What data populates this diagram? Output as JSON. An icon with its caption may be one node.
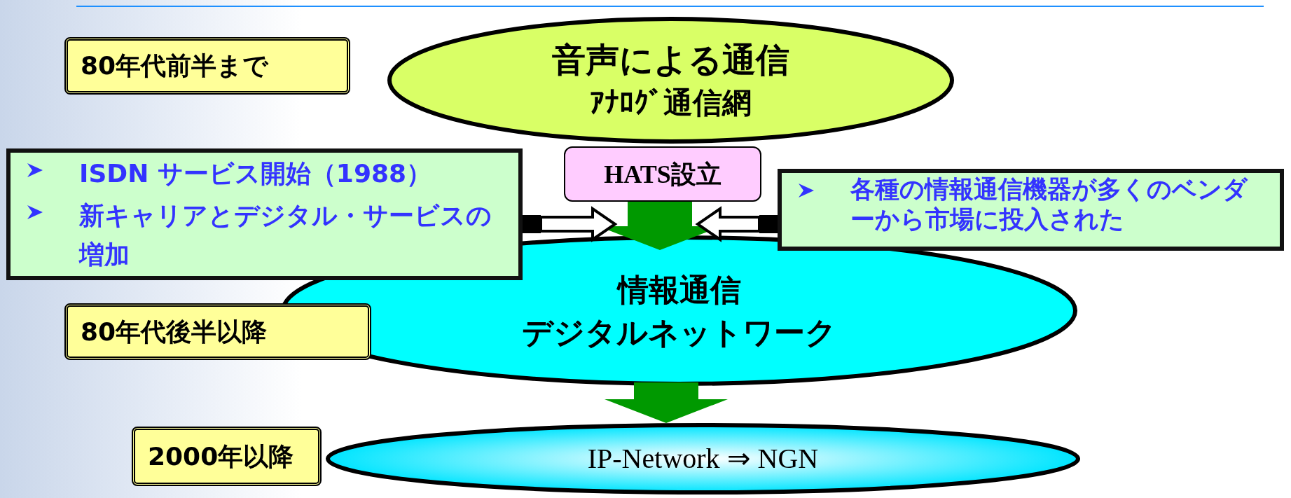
{
  "diagram": {
    "nodes": [
      {
        "text": [
          "80年代前半まで"
        ]
      },
      {
        "text": [
          "音声による通信",
          "ｱﾅﾛｸﾞ通信網"
        ]
      },
      {
        "text": [
          "HATS設立"
        ]
      },
      {
        "text": [
          "ISDN サービス開始（1988）",
          "新キャリアとデジタル・サービスの増加"
        ]
      },
      {
        "text": [
          "各種の情報通信機器が多くのベンダーから市場に投入された"
        ]
      },
      {
        "text": [
          "情報通信",
          "デジタルネットワーク"
        ]
      },
      {
        "text": [
          "80年代後半以降"
        ]
      },
      {
        "text": [
          "2000年以降"
        ]
      },
      {
        "text": [
          "IP-Network ⇒ NGN"
        ]
      }
    ],
    "edges": [
      {
        "from": 2,
        "to": 5,
        "arrow": "to",
        "style": "thick",
        "color": "#009900"
      },
      {
        "from": 5,
        "to": 8,
        "arrow": "to",
        "style": "thick",
        "color": "#009900"
      },
      {
        "from": 3,
        "to": null,
        "arrow": "to"
      },
      {
        "from": 4,
        "to": null,
        "arrow": "to"
      }
    ]
  }
}
